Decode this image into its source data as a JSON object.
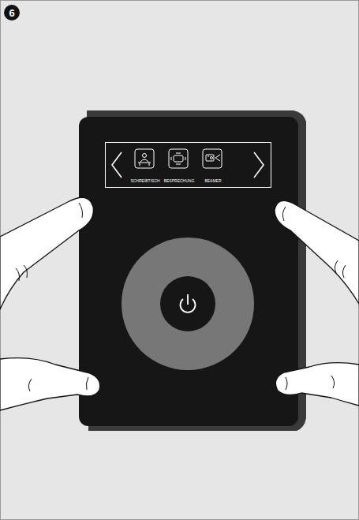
{
  "diagram": {
    "nodes": [
      {
        "text": [
          "SCHREIBTISCH",
          "BESPRECHUNG",
          "BEAMER"
        ]
      }
    ],
    "labels": [
      "6"
    ]
  }
}
